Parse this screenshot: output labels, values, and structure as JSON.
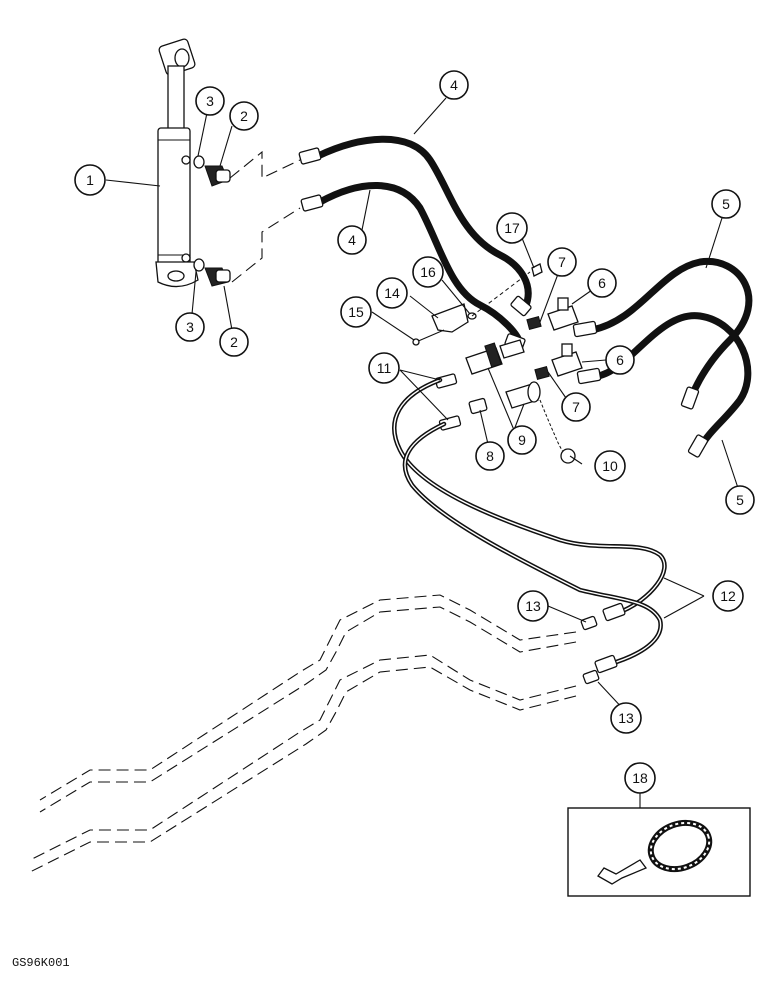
{
  "figure_code": "GS96K001",
  "callouts": [
    "1",
    "2",
    "3",
    "4",
    "5",
    "6",
    "7",
    "8",
    "9",
    "10",
    "11",
    "12",
    "13",
    "14",
    "15",
    "16",
    "17",
    "18"
  ]
}
